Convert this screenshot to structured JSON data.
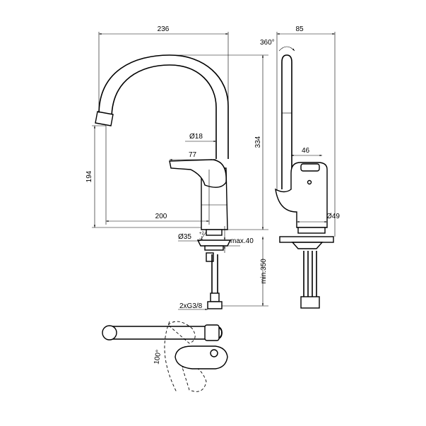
{
  "dimensions": {
    "total_width": "236",
    "side_width": "85",
    "rotation": "360°",
    "tube_diameter": "Ø18",
    "height": "334",
    "lever_length": "77",
    "body_depth": "46",
    "spout_height": "194",
    "spout_reach": "200",
    "base_diameter": "Ø49",
    "hole_diameter": "Ø35",
    "hole_tol_plus": "+2",
    "hole_tol_minus": "-1",
    "max_thickness": "max.40",
    "min_hose": "min.350",
    "connection": "2xG3/8",
    "lever_angle": "100°"
  }
}
